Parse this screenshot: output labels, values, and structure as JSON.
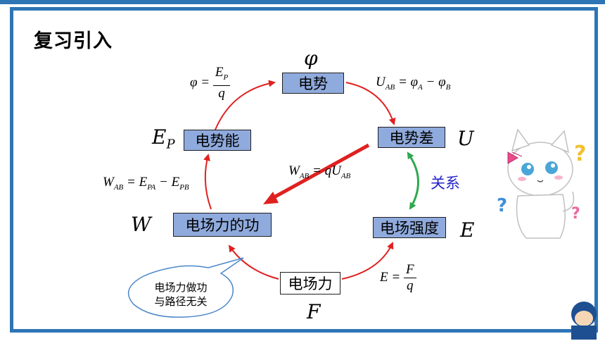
{
  "title": "复习引入",
  "nodes": {
    "potential": "电势",
    "potential_diff": "电势差",
    "potential_energy": "电势能",
    "field_work": "电场力的功",
    "field_strength": "电场强度",
    "field_force": "电场力"
  },
  "symbols": {
    "phi": "φ",
    "U": "U",
    "Ep_main": "E",
    "Ep_sub": "P",
    "W": "W",
    "E": "E",
    "F": "F"
  },
  "formulas": {
    "phi_eq": {
      "lhs": "φ =",
      "num_main": "E",
      "num_sub": "P",
      "den": "q"
    },
    "u_ab": {
      "lhs_main": "U",
      "lhs_sub": "AB",
      "rhs": "= φ",
      "a_sub": "A",
      "minus": " − φ",
      "b_sub": "B"
    },
    "w_ab": {
      "lhs_main": "W",
      "lhs_sub": "AB",
      "rhs": " = E",
      "pa_sub": "PA",
      "minus": " − E",
      "pb_sub": "PB"
    },
    "w_qu": {
      "lhs_main": "W",
      "lhs_sub": "AB",
      "rhs": " = qU",
      "ab_sub": "AB"
    },
    "e_eq": {
      "lhs": "E =",
      "num": "F",
      "den": "q"
    }
  },
  "relation_label": "关系",
  "bubble": {
    "line1": "电场力做功",
    "line2": "与路径无关"
  },
  "colors": {
    "frame": "#2e75b6",
    "box_fill": "#8faadc",
    "arrow_red": "#e02020",
    "arrow_green": "#2fa84f",
    "relation_text": "#2323c8",
    "bubble_border": "#4a86c8"
  }
}
